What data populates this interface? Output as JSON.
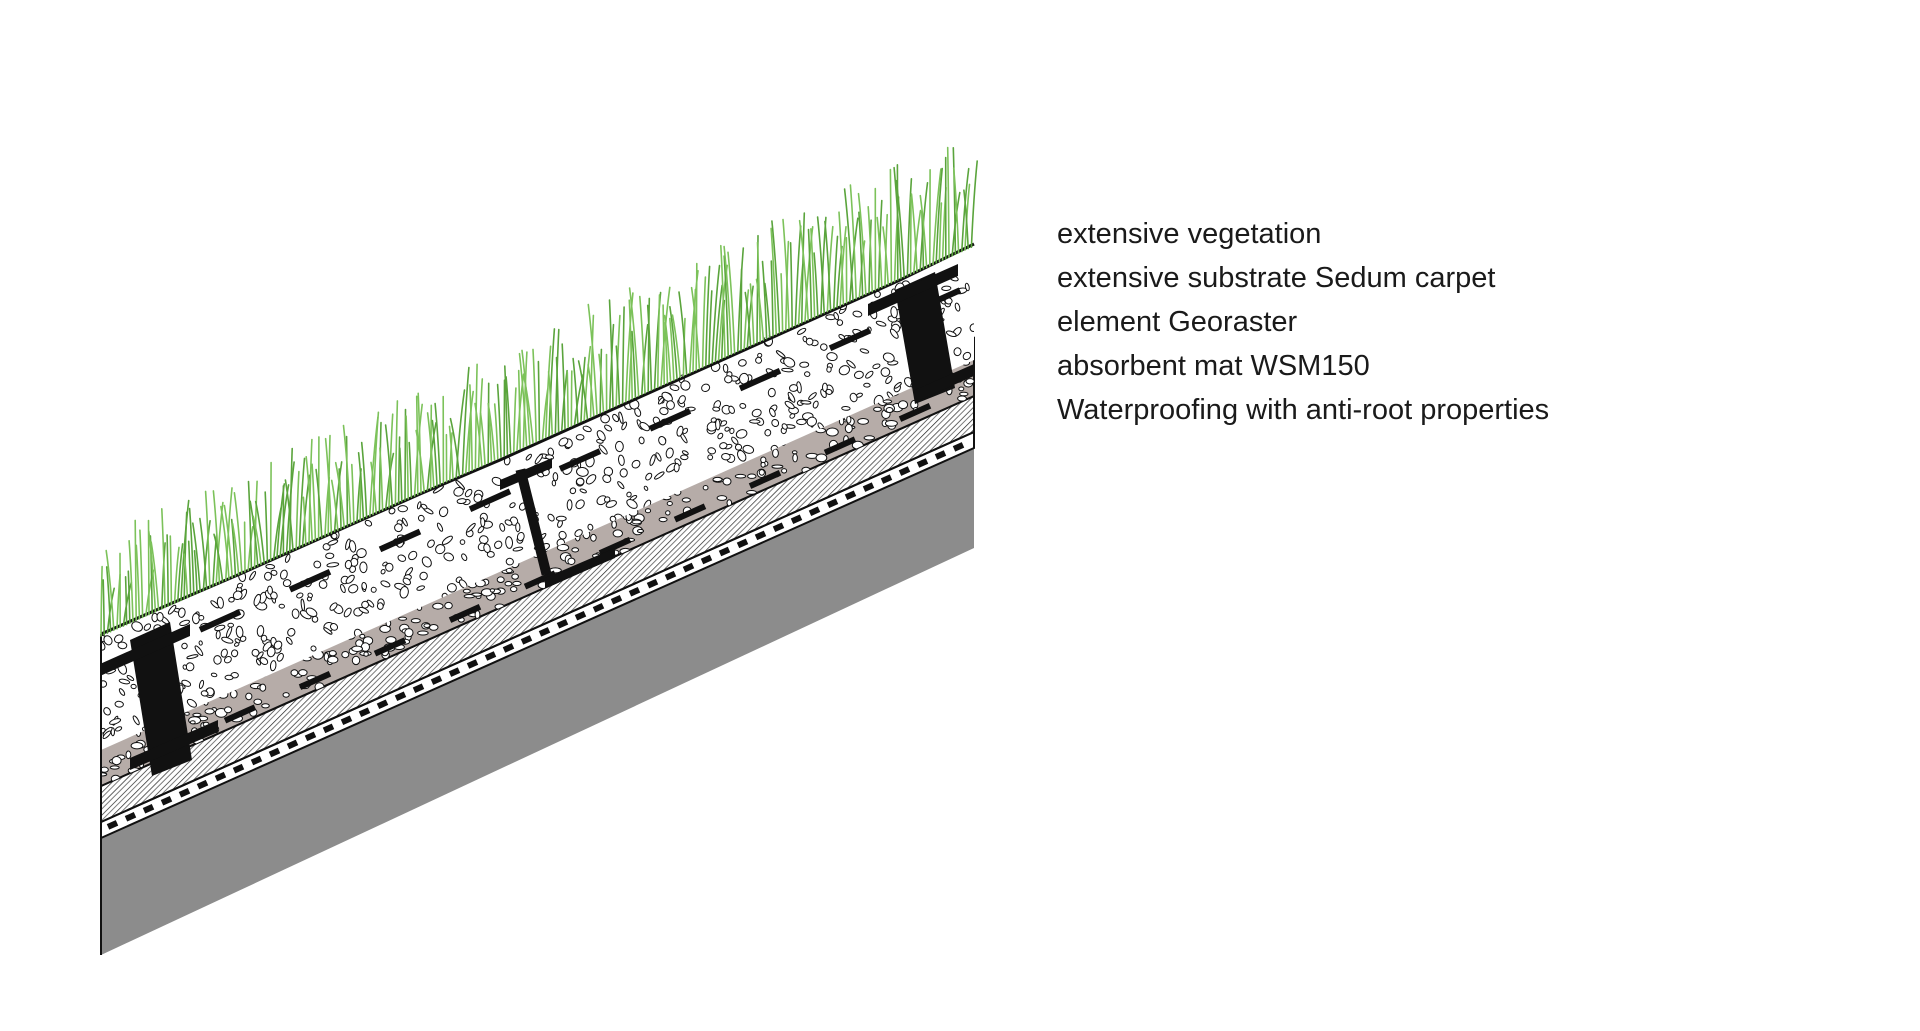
{
  "legend": {
    "items": [
      "extensive vegetation",
      "extensive substrate Sedum carpet",
      "element Georaster",
      "absorbent mat WSM150",
      "Waterproofing with anti-root properties"
    ]
  },
  "colors": {
    "vegetation": "#5aa43c",
    "substrate_fill": "#ffffff",
    "georaster_fill": "#b6aca8",
    "absorbent_mat_fill": "#d8d8d8",
    "waterproofing_fill": "#ffffff",
    "roof_deck": "#8c8c8c",
    "outline": "#111111"
  }
}
